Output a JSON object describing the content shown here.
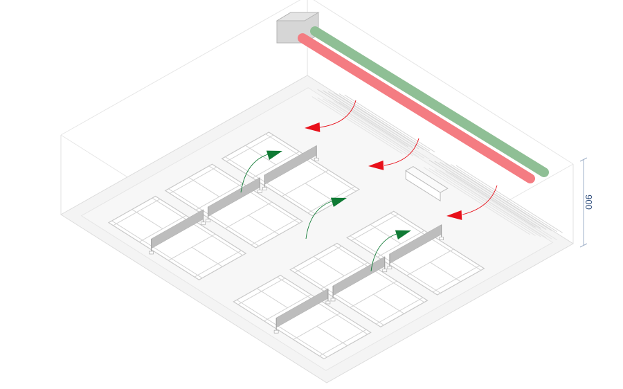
{
  "dimension": {
    "label": "900"
  },
  "colors": {
    "supply_duct": "#8fbf95",
    "return_duct": "#f47c82",
    "return_arrow": "#e8101a",
    "supply_arrow": "#0f7a34",
    "dimension": "#2a4a7a",
    "lines": "#cfcfcf",
    "net": "#bdbdbd"
  },
  "layout_counts": {
    "courts": 6,
    "nets": 6,
    "return_arrows": 3,
    "supply_arrows": 3
  }
}
